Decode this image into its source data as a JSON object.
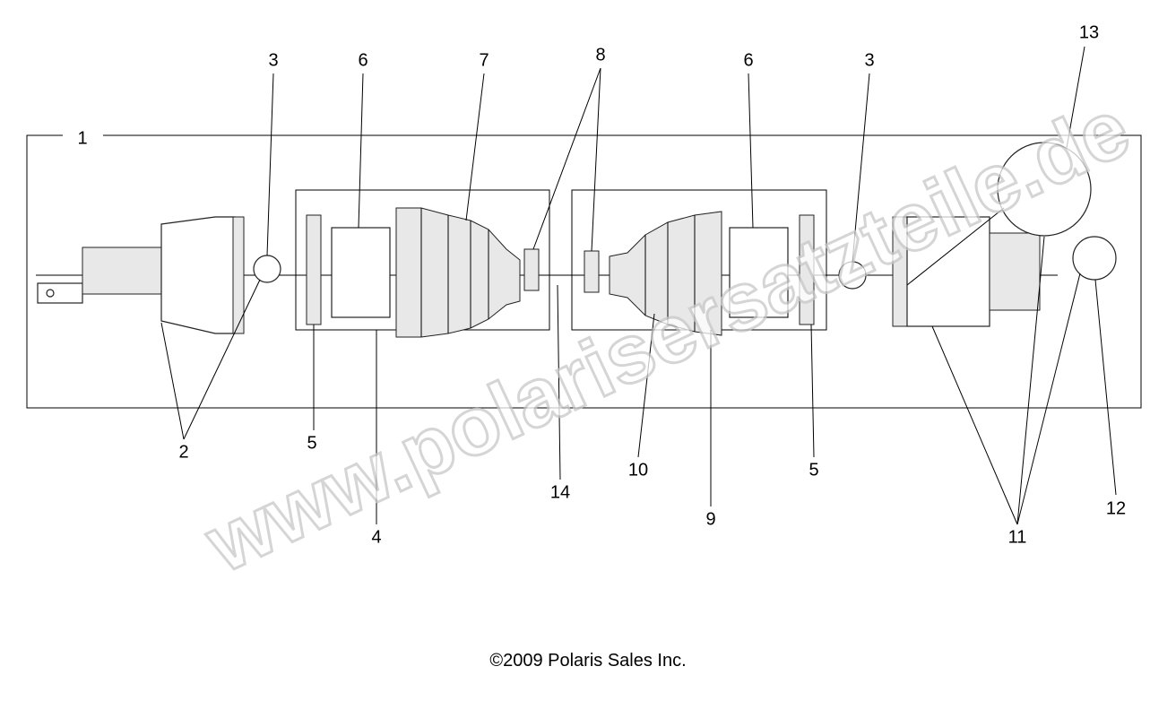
{
  "diagram": {
    "callouts": [
      "1",
      "2",
      "3",
      "3",
      "4",
      "5",
      "5",
      "6",
      "6",
      "7",
      "8",
      "9",
      "10",
      "11",
      "12",
      "13",
      "14"
    ],
    "watermark": "www.polarisersatzteile.de",
    "copyright": "©2009 Polaris Sales Inc."
  }
}
